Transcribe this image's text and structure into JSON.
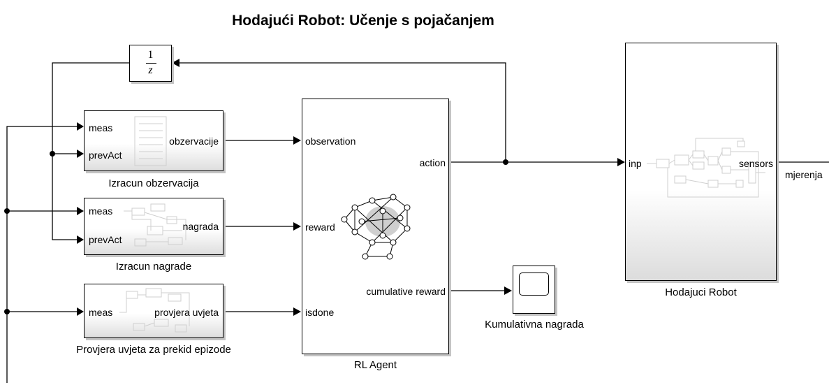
{
  "title": "Hodajući Robot: Učenje s pojačanjem",
  "delay": {
    "numerator": "1",
    "denominator": "z"
  },
  "blocks": {
    "obs": {
      "name": "Izracun obzervacija",
      "in1": "meas",
      "in2": "prevAct",
      "out": "obzervacije"
    },
    "rew": {
      "name": "Izracun nagrade",
      "in1": "meas",
      "in2": "prevAct",
      "out": "nagrada"
    },
    "done": {
      "name": "Provjera uvjeta za prekid epizode",
      "in1": "meas",
      "out": "provjera uvjeta"
    },
    "agent": {
      "name": "RL Agent",
      "in1": "observation",
      "in2": "reward",
      "in3": "isdone",
      "out1": "action",
      "out2": "cumulative reward"
    },
    "scope": {
      "name": "Kumulativna nagrada"
    },
    "robot": {
      "name": "Hodajuci Robot",
      "in1": "inp",
      "out1": "sensors"
    }
  },
  "signals": {
    "robot_out": "mjerenja"
  }
}
